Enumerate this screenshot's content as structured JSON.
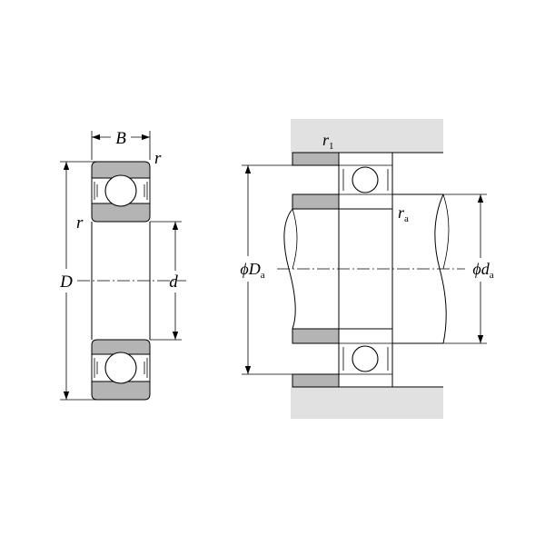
{
  "diagram": {
    "labels": {
      "B": "B",
      "r": "r",
      "D": "D",
      "d": "d",
      "r1": "r",
      "r1_sub": "1",
      "ra": "r",
      "ra_sub": "a",
      "phi": "ϕ",
      "Da": "D",
      "Da_sub": "a",
      "da": "d",
      "da_sub": "a"
    },
    "colors": {
      "ring_fill": "#b4b4b4",
      "housing_fill": "#e1e1e1",
      "line": "#000000",
      "background": "#ffffff"
    }
  }
}
